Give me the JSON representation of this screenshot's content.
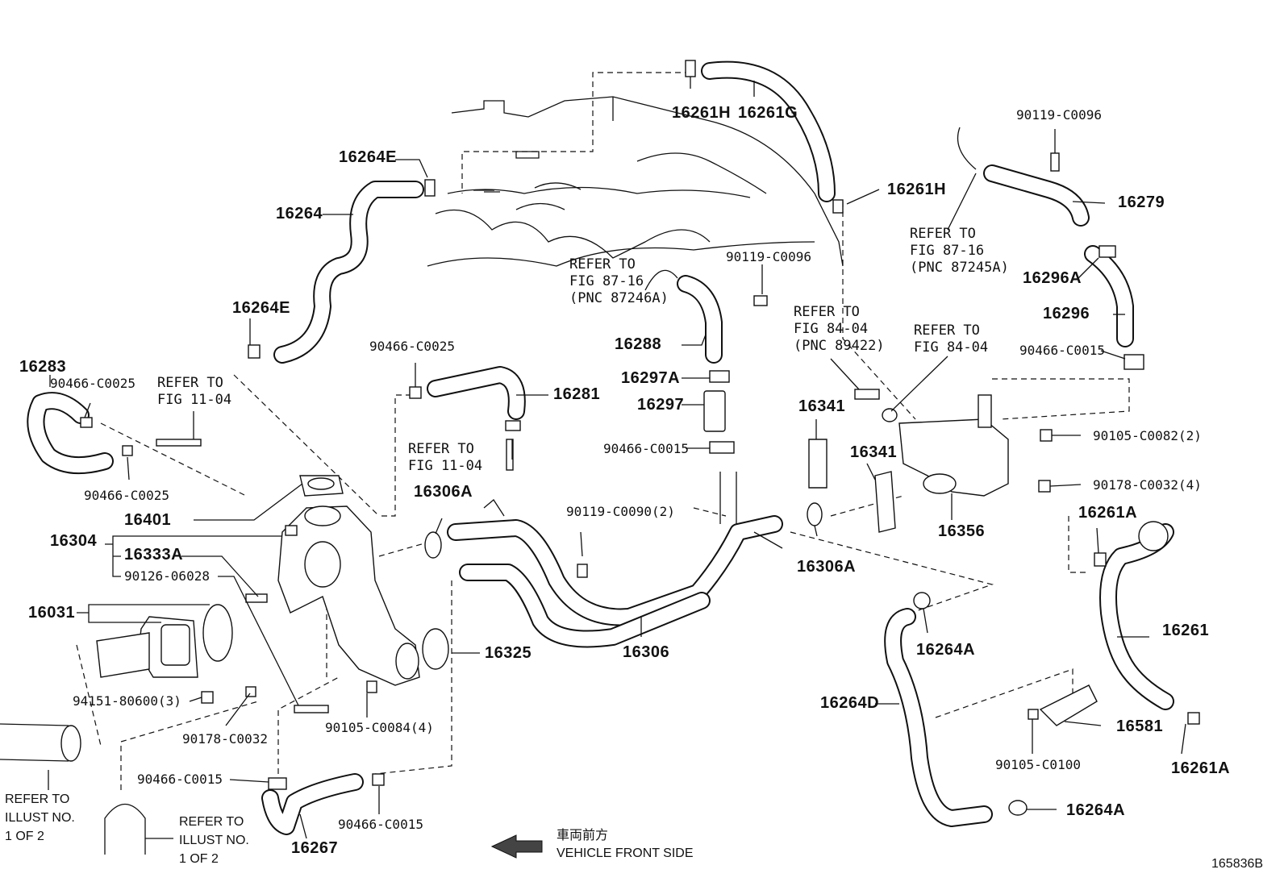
{
  "figure_id": "165836B",
  "direction": {
    "jp": "車両前方",
    "en": "VEHICLE FRONT SIDE"
  },
  "labels": {
    "p16261H_top": "16261H",
    "p16261G": "16261G",
    "p16264E_a": "16264E",
    "p16264": "16264",
    "p16264E_b": "16264E",
    "p16283": "16283",
    "c90466_c0025_a": "90466-C0025",
    "c90466_c0025_b": "90466-C0025",
    "c90466_c0025_c": "90466-C0025",
    "p16281": "16281",
    "p16401": "16401",
    "p16304": "16304",
    "p16333A": "16333A",
    "c90126": "90126-06028",
    "p16031": "16031",
    "c94151": "94151-80600(3)",
    "c90178_c0032": "90178-C0032",
    "c90105_c0084": "90105-C0084(4)",
    "c90466_c0015_a": "90466-C0015",
    "c90466_c0015_b": "90466-C0015",
    "c90466_c0015_c": "90466-C0015",
    "c90466_c0015_d": "90466-C0015",
    "p16267": "16267",
    "p16306A_a": "16306A",
    "p16306A_b": "16306A",
    "p16325": "16325",
    "p16306": "16306",
    "c90119_c0090": "90119-C0090(2)",
    "p16288": "16288",
    "p16297A": "16297A",
    "p16297": "16297",
    "c90119_c0096_a": "90119-C0096",
    "c90119_c0096_b": "90119-C0096",
    "p16341_a": "16341",
    "p16341_b": "16341",
    "p16356": "16356",
    "c90105_c0082": "90105-C0082(2)",
    "c90178_c0032_4": "90178-C0032(4)",
    "p16261A_a": "16261A",
    "p16261A_b": "16261A",
    "p16261": "16261",
    "p16264A_a": "16264A",
    "p16264A_b": "16264A",
    "p16264D": "16264D",
    "p16581": "16581",
    "c90105_c0100": "90105-C0100",
    "p16261H_right": "16261H",
    "p16279": "16279",
    "p16296A": "16296A",
    "p16296": "16296"
  },
  "refer": {
    "r_fig11_a": [
      "REFER TO",
      "FIG 11-04"
    ],
    "r_fig11_b": [
      "REFER TO",
      "FIG 11-04"
    ],
    "r_fig87_a": [
      "REFER TO",
      "FIG 87-16",
      "(PNC 87246A)"
    ],
    "r_fig87_b": [
      "REFER TO",
      "FIG 87-16",
      "(PNC 87245A)"
    ],
    "r_fig84_a": [
      "REFER TO",
      "FIG 84-04",
      "(PNC 89422)"
    ],
    "r_fig84_b": [
      "REFER TO",
      "FIG 84-04"
    ],
    "r_illust_a": [
      "REFER TO",
      "ILLUST NO.",
      "1 OF 2"
    ],
    "r_illust_b": [
      "REFER TO",
      "ILLUST NO.",
      "1 OF 2"
    ]
  }
}
